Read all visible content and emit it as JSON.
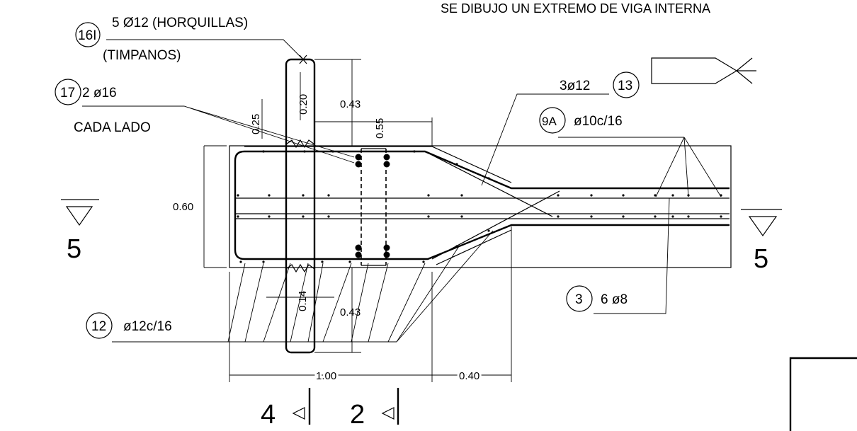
{
  "note": "SE DIBUJO UN EXTREMO DE VIGA INTERNA",
  "section_marks": {
    "left": "5",
    "right": "5"
  },
  "cut_marks": {
    "cut4": "4",
    "cut2": "2"
  },
  "rebar": {
    "m16": {
      "number": "16I",
      "text": "5 Ø12 (HORQUILLAS)",
      "sub": "(TIMPANOS)"
    },
    "m17": {
      "number": "17",
      "text": "2  ø16",
      "sub": "CADA LADO"
    },
    "m13": {
      "number": "13",
      "text": "3ø12"
    },
    "m9a": {
      "number": "9A",
      "text": "ø10c/16"
    },
    "m12": {
      "number": "12",
      "text": "ø12c/16"
    },
    "m3": {
      "number": "3",
      "text": "6  ø8"
    }
  },
  "dimensions": {
    "top_043": "0.43",
    "bot_043": "0.43",
    "d020": "0.20",
    "d025": "0.25",
    "d055": "0.55",
    "d014": "0.14",
    "d060": "0.60",
    "d100": "1.00",
    "d040": "0.40"
  }
}
